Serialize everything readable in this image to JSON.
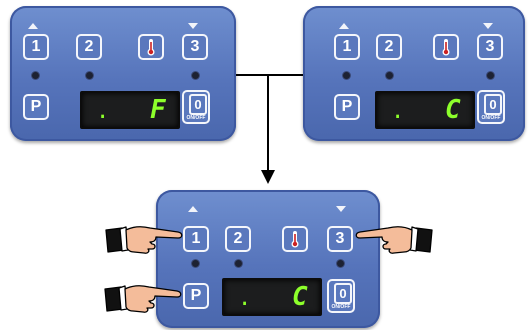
{
  "panels": [
    {
      "keys": {
        "k1": "1",
        "k2": "2",
        "k3": "3",
        "p": "P"
      },
      "display": {
        "dot": ".",
        "value": "F"
      },
      "onoff": {
        "zero": "0",
        "label": "ON/OFF"
      }
    },
    {
      "keys": {
        "k1": "1",
        "k2": "2",
        "k3": "3",
        "p": "P"
      },
      "display": {
        "dot": ".",
        "value": "C"
      },
      "onoff": {
        "zero": "0",
        "label": "ON/OFF"
      }
    },
    {
      "keys": {
        "k1": "1",
        "k2": "2",
        "k3": "3",
        "p": "P"
      },
      "display": {
        "dot": ".",
        "value": "C"
      },
      "onoff": {
        "zero": "0",
        "label": "ON/OFF"
      }
    }
  ],
  "icons": {
    "up_arrow": "up-arrow-icon",
    "down_arrow": "down-arrow-icon",
    "thermometer": "thermometer-icon",
    "pointing_hand": "pointing-hand-icon"
  },
  "colors": {
    "panel": "#5674bb",
    "display_text": "#8dff2b",
    "display_bg": "#1c1d1e"
  }
}
